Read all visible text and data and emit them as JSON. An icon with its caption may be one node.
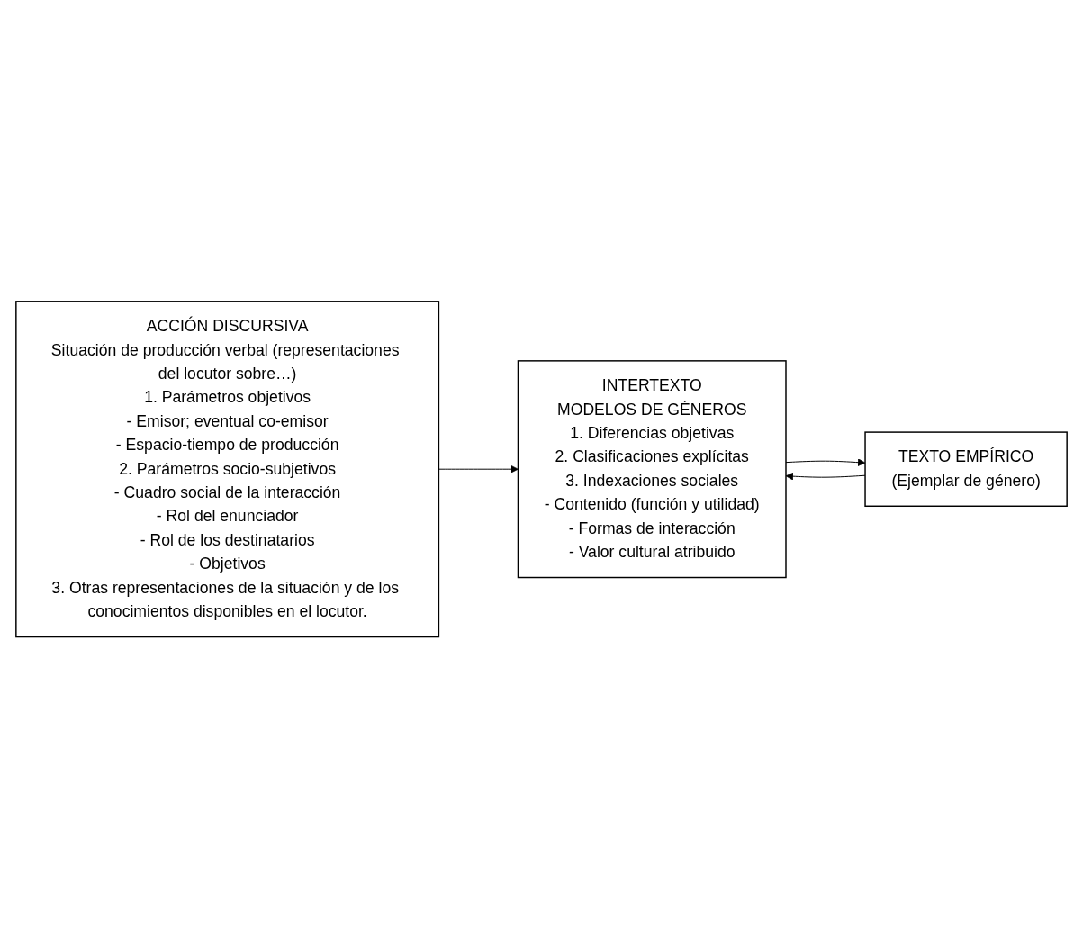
{
  "diagram": {
    "nodes": [
      {
        "text": [
          "ACCIÓN DISCURSIVA",
          "Situación de producción verbal (representaciones del locutor sobre…)",
          "1. Parámetros objetivos",
          "- Emisor; eventual co-emisor",
          "- Espacio-tiempo de producción",
          "2. Parámetros socio-subjetivos",
          "- Cuadro social de la interacción",
          "- Rol del enunciador",
          "- Rol de los destinatarios",
          "- Objetivos",
          "3. Otras representaciones de la situación y de los conocimientos disponibles en el locutor."
        ]
      },
      {
        "text": [
          "INTERTEXTO",
          "MODELOS DE GÉNEROS",
          "1. Diferencias objetivas",
          "2. Clasificaciones explícitas",
          "3. Indexaciones sociales",
          "- Contenido (función y utilidad)",
          "- Formas de interacción",
          "- Valor cultural atribuido"
        ]
      },
      {
        "text": [
          "TEXTO EMPÍRICO",
          "(Ejemplar de género)"
        ]
      }
    ],
    "edges": [
      {
        "from": 0,
        "to": 1,
        "arrow": "to"
      },
      {
        "from": 1,
        "to": 2,
        "arrow": "to"
      },
      {
        "from": 2,
        "to": 1,
        "arrow": "to"
      }
    ]
  }
}
